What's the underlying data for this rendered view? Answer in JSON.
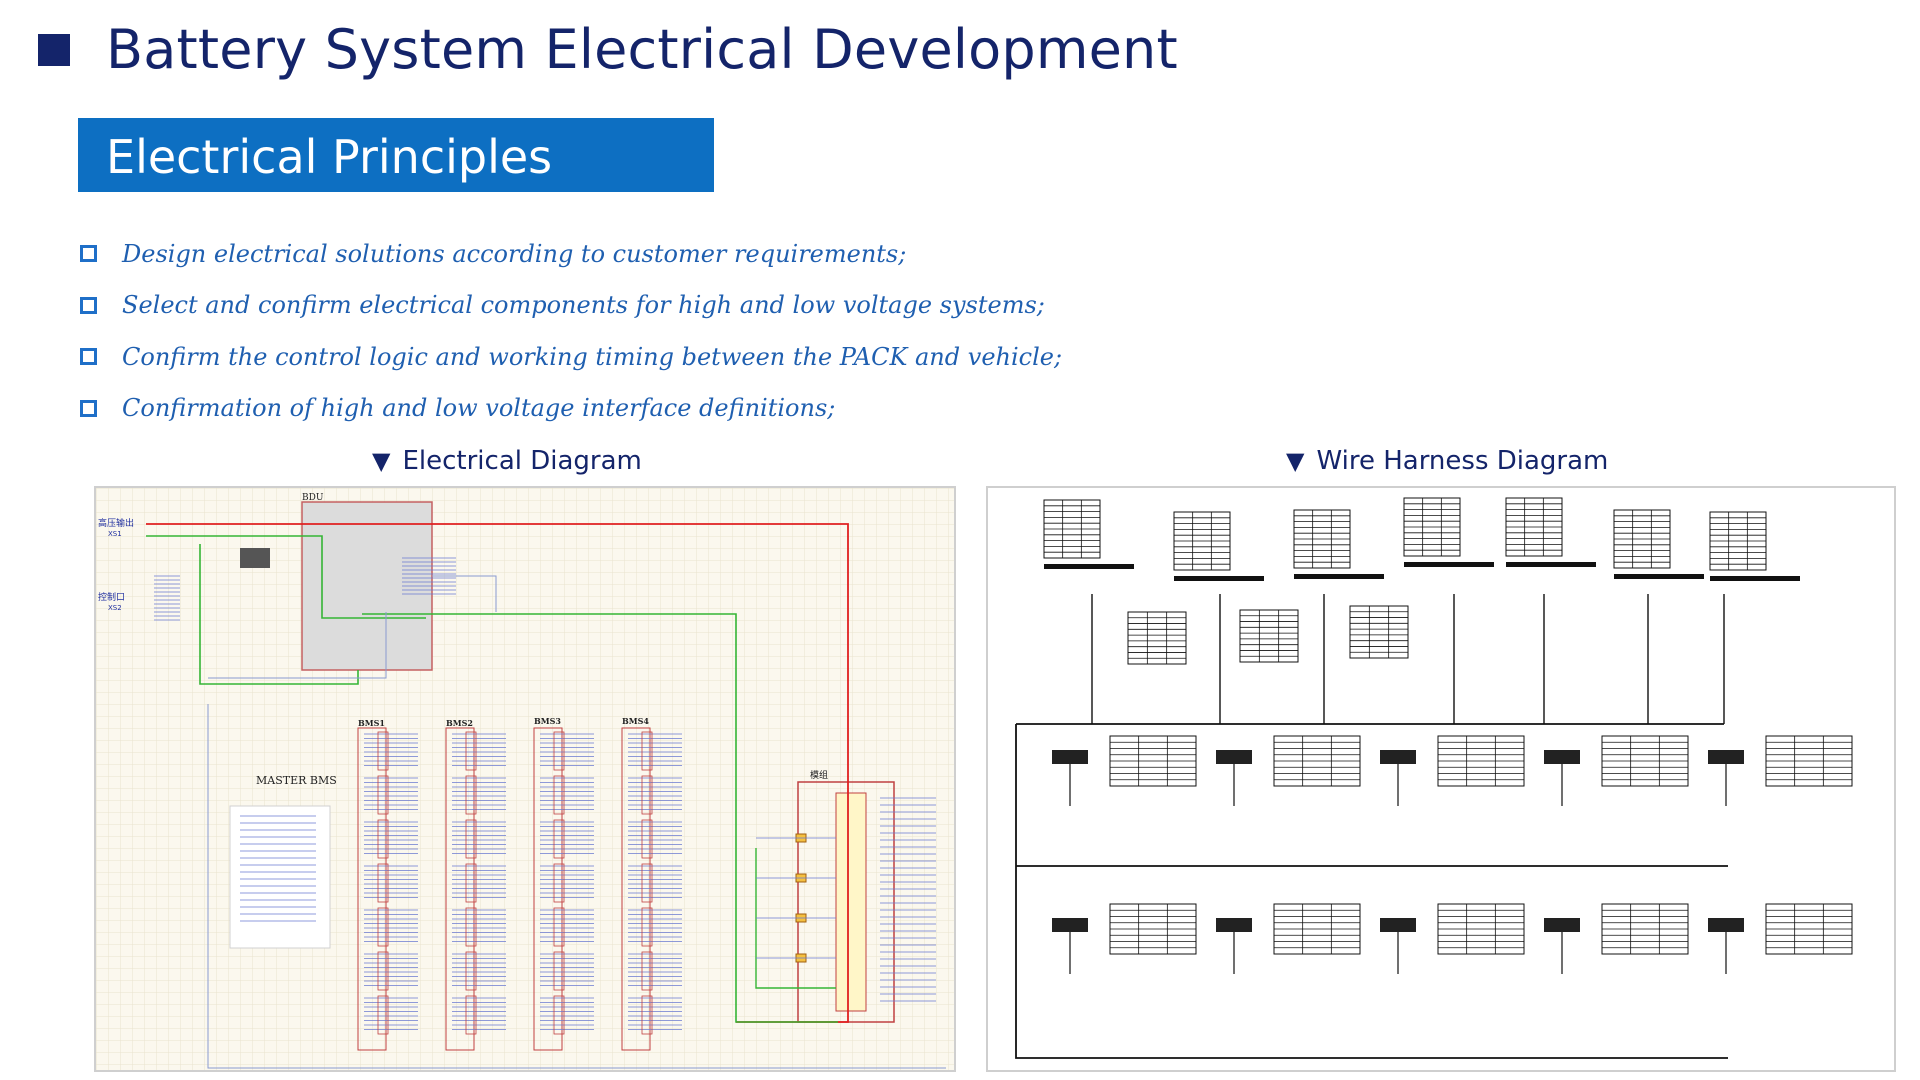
{
  "header": {
    "title": "Battery System Electrical Development"
  },
  "section": {
    "label": "Electrical Principles"
  },
  "bullets": [
    "Design electrical solutions according to customer requirements;",
    "Select and confirm electrical components for high and low voltage systems;",
    "Confirm the control logic and working timing between the PACK and vehicle;",
    "Confirmation of high and low voltage interface definitions;"
  ],
  "electrical_diagram": {
    "caption": "Electrical Diagram",
    "labels": {
      "bdu": "BDU",
      "hv_out": "高压输出",
      "hv_out_code": "XS1",
      "ctrl": "控制口",
      "ctrl_code": "XS2",
      "master": "MASTER BMS",
      "bms1": "BMS1",
      "bms2": "BMS2",
      "bms3": "BMS3",
      "bms4": "BMS4",
      "module": "模组"
    }
  },
  "wire_harness_diagram": {
    "caption": "Wire Harness Diagram"
  },
  "colors": {
    "title": "#14246a",
    "banner": "#0d6fc2",
    "bullet": "#1f5fb0",
    "hv_line": "#e02020",
    "lv_line": "#35b535"
  }
}
